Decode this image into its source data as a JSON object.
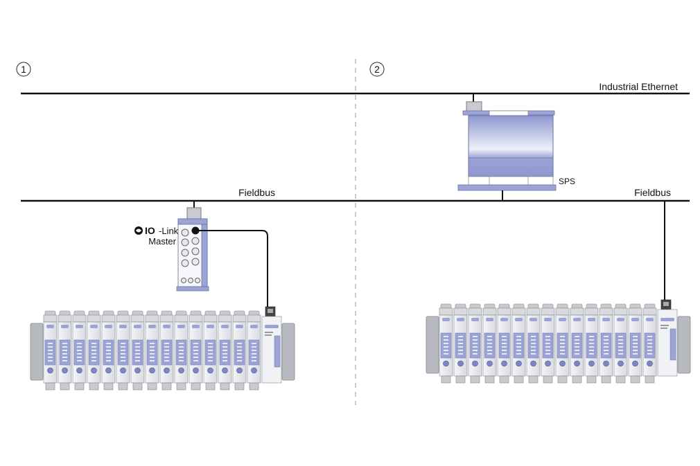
{
  "section_1_number": "1",
  "section_2_number": "2",
  "industrial_ethernet_label": "Industrial Ethernet",
  "fieldbus_left_label": "Fieldbus",
  "fieldbus_right_label": "Fieldbus",
  "sps_label": "SPS",
  "iolink_logo_text": "IO",
  "iolink_label_suffix": "-Link",
  "iolink_master_label": "Master",
  "colors": {
    "device_blue": "#9ba4d4",
    "device_blue_dark": "#7d86c4",
    "device_light": "#dfe3f2",
    "line": "#111111",
    "divider": "#999999",
    "frame": "#a8aab0"
  }
}
